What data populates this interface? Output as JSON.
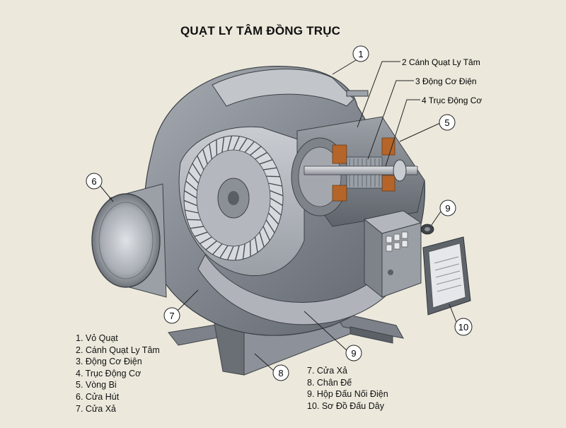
{
  "title": "QUẠT LY TÂM ĐỒNG TRỤC",
  "callouts": [
    {
      "number": "1"
    },
    {
      "number": "2",
      "label": "2 Cánh Quạt Ly Tâm"
    },
    {
      "number": "3",
      "label": "3 Động Cơ Điện"
    },
    {
      "number": "4",
      "label": "4 Trục Động Cơ"
    },
    {
      "number": "5"
    },
    {
      "number": "6"
    },
    {
      "number": "7"
    },
    {
      "number": "8"
    },
    {
      "number": "9"
    },
    {
      "number": "9"
    },
    {
      "number": "10"
    }
  ],
  "legend_left": [
    "1. Vỏ Quạt",
    "2. Cánh Quạt Ly Tâm",
    "3. Động Cơ Điện",
    "4. Trục Động Cơ",
    "5. Vòng Bi",
    "6. Cửa Hút",
    "7. Cửa Xả"
  ],
  "legend_right": [
    "7. Cửa Xả",
    "8. Chân Đế",
    "9. Hộp Đấu Nối Điện",
    "10. Sơ Đồ Đấu Dây"
  ],
  "colors": {
    "background": "#ece8dc",
    "housing_dark": "#6b7078",
    "housing_mid": "#8e939b",
    "housing_light": "#b9bdc3",
    "copper": "#b5652a",
    "callout_fill": "#ffffff"
  }
}
